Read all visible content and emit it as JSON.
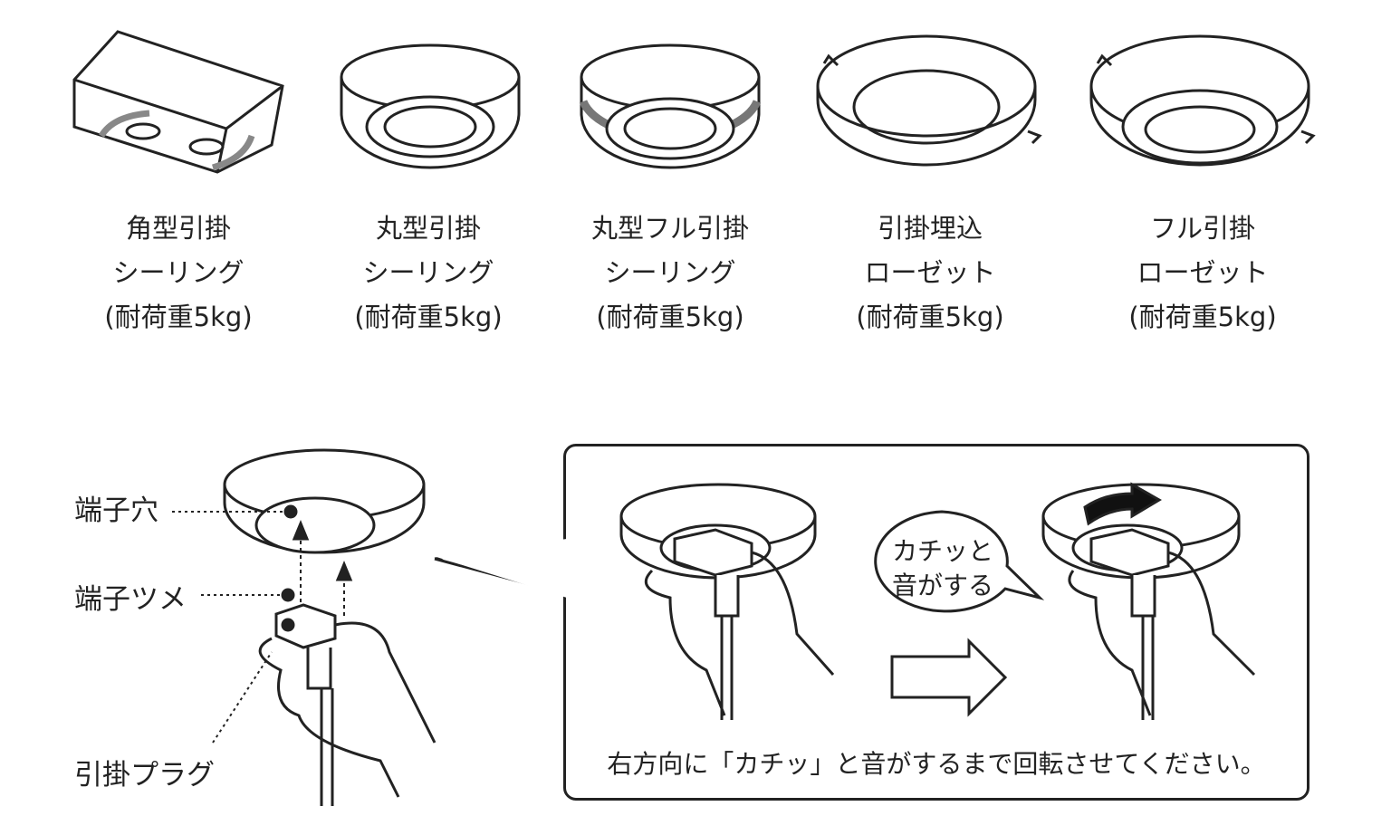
{
  "types": [
    {
      "name": "角型引掛",
      "kind": "シーリング",
      "load": "(耐荷重5kg)"
    },
    {
      "name": "丸型引掛",
      "kind": "シーリング",
      "load": "(耐荷重5kg)"
    },
    {
      "name": "丸型フル引掛",
      "kind": "シーリング",
      "load": "(耐荷重5kg)"
    },
    {
      "name": "引掛埋込",
      "kind": "ローゼット",
      "load": "(耐荷重5kg)"
    },
    {
      "name": "フル引掛",
      "kind": "ローゼット",
      "load": "(耐荷重5kg)"
    }
  ],
  "install": {
    "labels": {
      "hole": "端子穴",
      "claw": "端子ツメ",
      "plug": "引掛プラグ"
    },
    "bubble": [
      "カチッと",
      "音がする"
    ],
    "instruction": "右方向に「カチッ」と音がするまで回転させてください。"
  }
}
